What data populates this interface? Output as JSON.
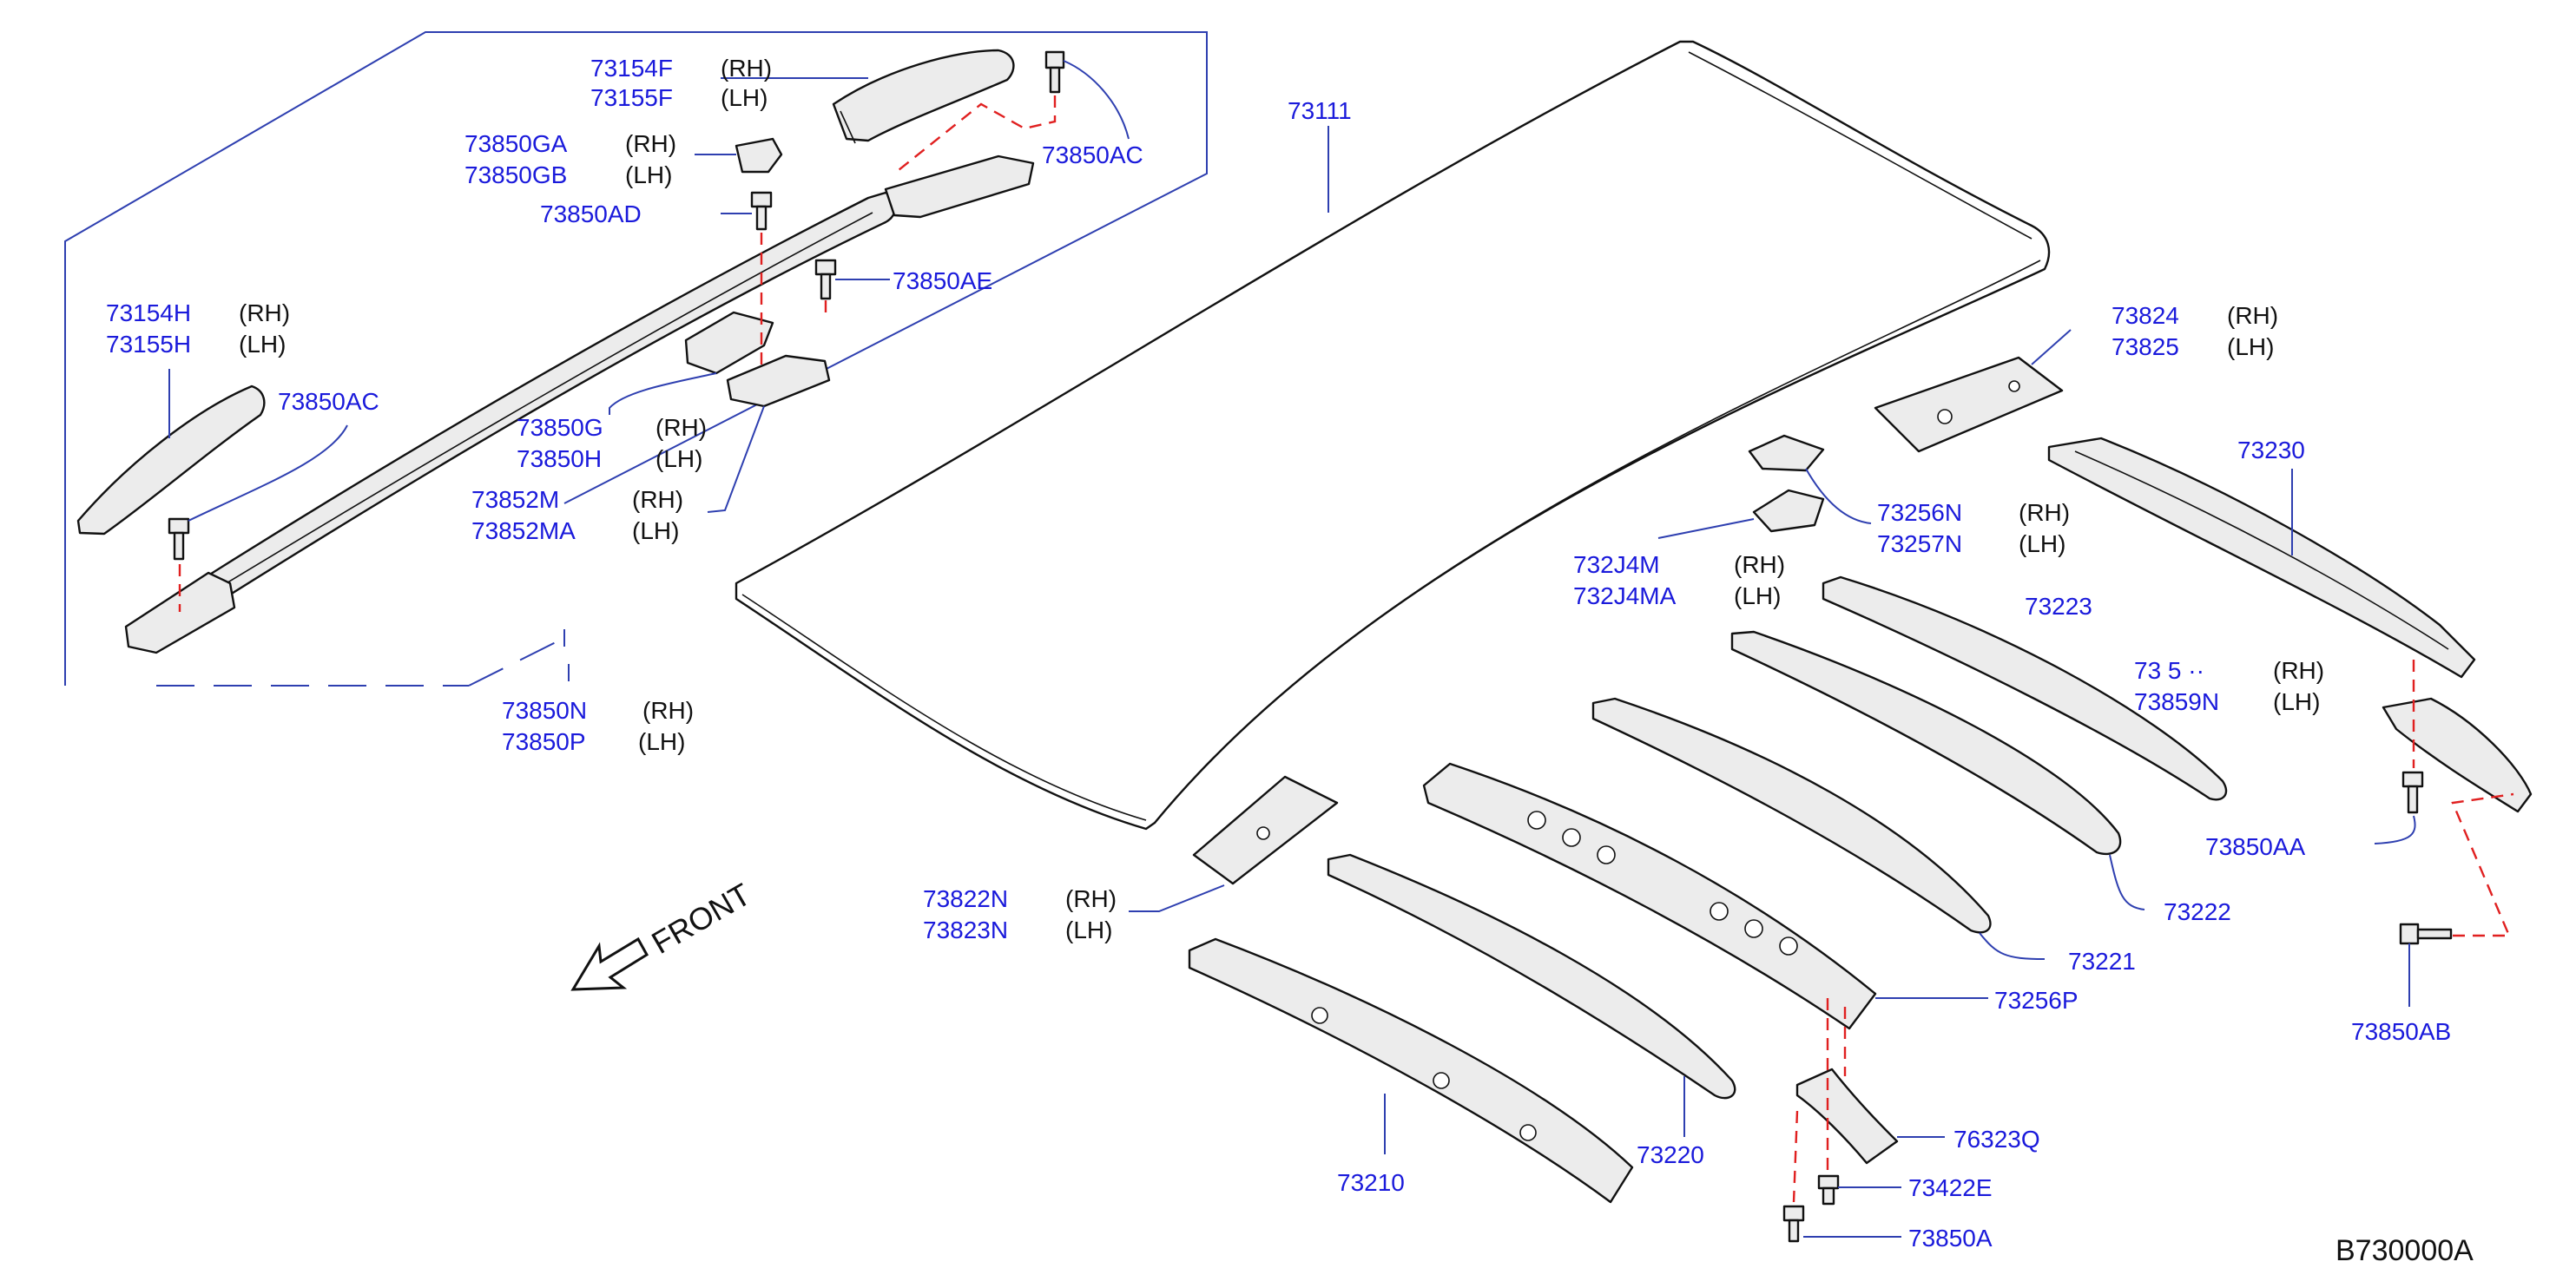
{
  "diagram_code": "B730000A",
  "direction_label": "FRONT",
  "side_labels": {
    "rh": "(RH)",
    "lh": "(LH)"
  },
  "parts": {
    "roof_panel": "73111",
    "roof_rail_cover_front_rh": "73154F",
    "roof_rail_cover_front_lh": "73155F",
    "rail_end_cap_rh": "73850GA",
    "rail_end_cap_lh": "73850GB",
    "bolt_ac_top": "73850AC",
    "bolt_ad": "73850AD",
    "bolt_ae": "73850AE",
    "roof_rail_cover_rear_rh": "73154H",
    "roof_rail_cover_rear_lh": "73155H",
    "bolt_ac_left": "73850AC",
    "rail_cover_g_rh": "73850G",
    "rail_cover_g_lh": "73850H",
    "rail_base_rh": "73852M",
    "rail_base_lh": "73852MA",
    "roof_rail_rh": "73850N",
    "roof_rail_lh": "73850P",
    "bracket_front_rh": "73822N",
    "bracket_front_lh": "73823N",
    "bracket_rear_rh": "73824",
    "bracket_rear_lh": "73825",
    "bracket_small_rh": "73256N",
    "bracket_small_lh": "73257N",
    "bracket_j4_rh": "732J4M",
    "bracket_j4_lh": "732J4MA",
    "rail_rear": "73230",
    "bow_73223": "73223",
    "bracket_859_rh": "73 5 ··",
    "bracket_859_lh": "73859N",
    "bolt_aa": "73850AA",
    "bow_73222": "73222",
    "bow_73221": "73221",
    "bracket_256p": "73256P",
    "bolt_ab": "73850AB",
    "bow_73220": "73220",
    "rail_front": "73210",
    "bracket_76323q": "76323Q",
    "clip_73422e": "73422E",
    "bolt_73850a": "73850A"
  }
}
